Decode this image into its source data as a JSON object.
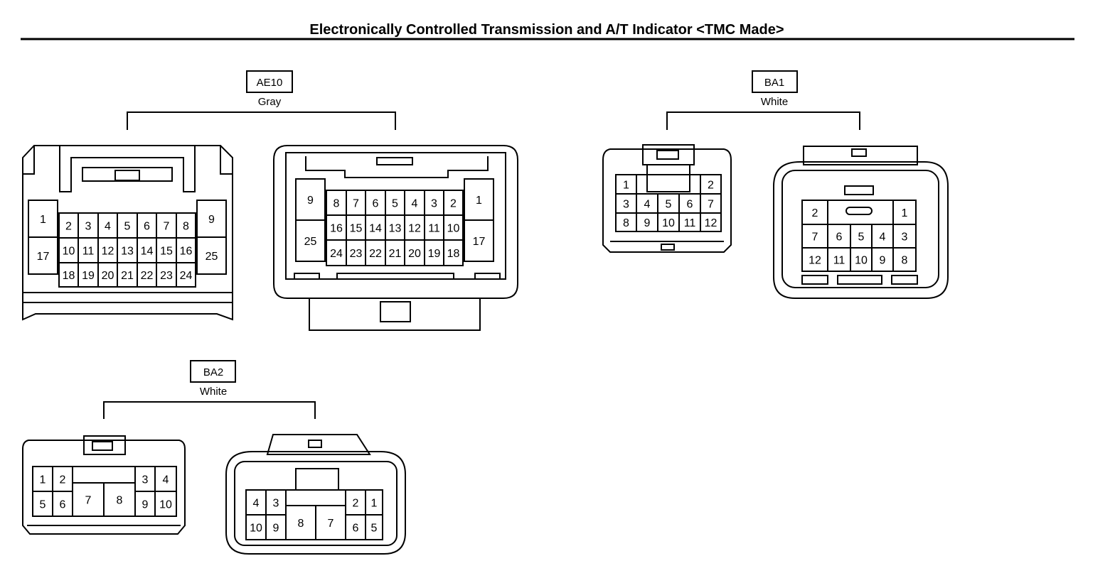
{
  "title": "Electronically Controlled Transmission and A/T Indicator <TMC Made>",
  "connectors": {
    "ae10": {
      "code": "AE10",
      "color": "Gray",
      "left_pins": [
        "1",
        "2",
        "3",
        "4",
        "5",
        "6",
        "7",
        "8",
        "9",
        "17",
        "10",
        "11",
        "12",
        "13",
        "14",
        "15",
        "16",
        "25",
        "18",
        "19",
        "20",
        "21",
        "22",
        "23",
        "24"
      ],
      "right_pins": [
        "9",
        "8",
        "7",
        "6",
        "5",
        "4",
        "3",
        "2",
        "1",
        "25",
        "16",
        "15",
        "14",
        "13",
        "12",
        "11",
        "10",
        "17",
        "24",
        "23",
        "22",
        "21",
        "20",
        "19",
        "18"
      ]
    },
    "ba1": {
      "code": "BA1",
      "color": "White",
      "left_pins": [
        "1",
        "2",
        "3",
        "4",
        "5",
        "6",
        "7",
        "8",
        "9",
        "10",
        "11",
        "12"
      ],
      "right_pins": [
        "2",
        "1",
        "7",
        "6",
        "5",
        "4",
        "3",
        "12",
        "11",
        "10",
        "9",
        "8"
      ]
    },
    "ba2": {
      "code": "BA2",
      "color": "White",
      "left_pins": [
        "1",
        "2",
        "3",
        "4",
        "5",
        "6",
        "7",
        "8",
        "9",
        "10"
      ],
      "right_pins": [
        "4",
        "3",
        "2",
        "1",
        "10",
        "9",
        "8",
        "7",
        "6",
        "5"
      ]
    }
  }
}
